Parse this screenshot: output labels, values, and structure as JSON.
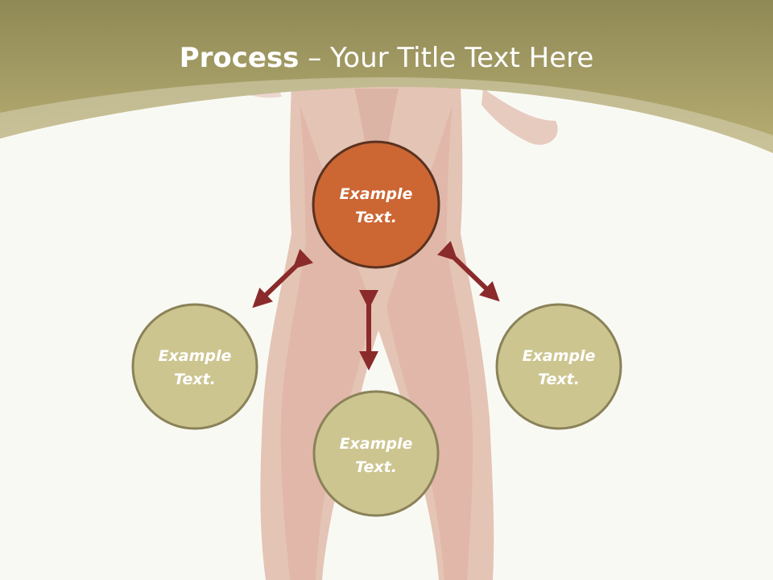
{
  "slide": {
    "title_bold": "Process",
    "title_rest": " – Your Title Text Here",
    "colors": {
      "header_band": "#a9a06a",
      "center_circle": "#cc6633",
      "outer_circle": "#cdc590",
      "circle_border": "#8a8258",
      "arrow": "#8b2a2a",
      "body_tint": "#c7715e"
    },
    "nodes": [
      {
        "line1": "Example",
        "line2": "Text."
      },
      {
        "line1": "Example",
        "line2": "Text."
      },
      {
        "line1": "Example",
        "line2": "Text."
      },
      {
        "line1": "Example",
        "line2": "Text."
      }
    ]
  }
}
